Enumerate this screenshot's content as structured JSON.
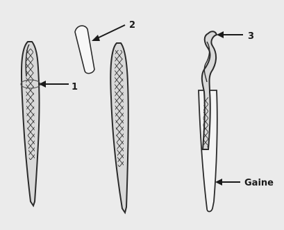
{
  "labels": {
    "one": "1",
    "two": "2",
    "three": "3",
    "gaine": "Gaine"
  },
  "colors": {
    "background": "#ebebeb",
    "ink": "#2a2a2a",
    "sheath": "#f4f4f4"
  }
}
